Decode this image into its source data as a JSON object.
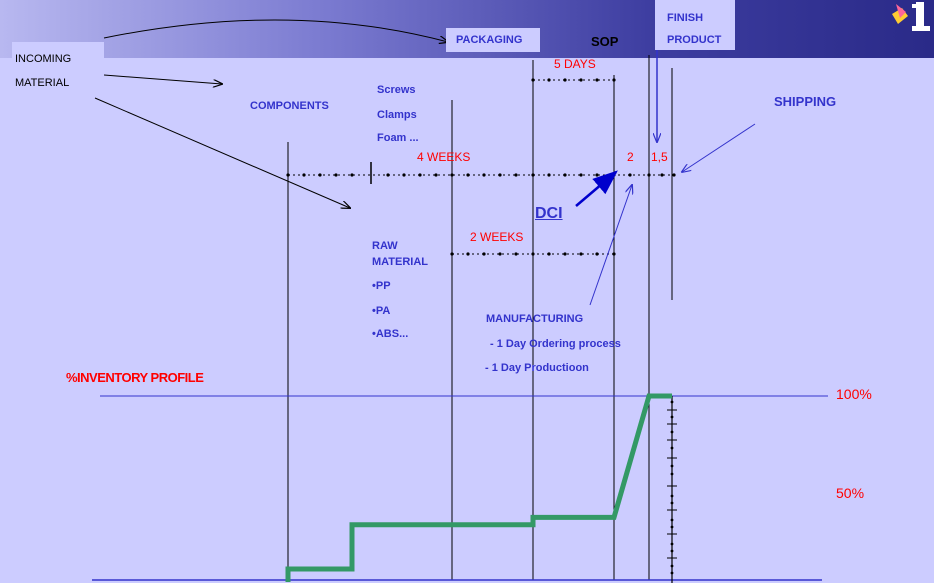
{
  "labels": {
    "incoming_material": "INCOMING\nMATERIAL",
    "packaging": "PACKAGING",
    "sop": "SOP",
    "finish_product": "FINISH\nPRODUCT",
    "five_days": "5 DAYS",
    "components": "COMPONENTS",
    "screws": "Screws",
    "clamps": "Clamps",
    "foam": "Foam ...",
    "four_weeks": "4 WEEKS",
    "two": "2",
    "one_five": "1,5",
    "shipping": "SHIPPING",
    "dci": "DCI",
    "two_weeks": "2 WEEKS",
    "raw_material": "RAW\nMATERIAL",
    "pp": "•PP",
    "pa": "•PA",
    "abs": "•ABS...",
    "manufacturing": "MANUFACTURING",
    "ordering_process": "- 1 Day Ordering process",
    "production": "- 1 Day Productioon",
    "inventory_profile": "%INVENTORY PROFILE",
    "pct_100": "100%",
    "pct_50": "50%"
  },
  "colors": {
    "background": "#ccccff",
    "blue_text": "#3333cc",
    "red_text": "#ff0000",
    "profile_line": "#339966",
    "axis_line": "#3333cc"
  },
  "icons": {
    "logo": "corner-logo-icon"
  },
  "chart_data": {
    "type": "line",
    "title": "%INVENTORY PROFILE",
    "y_ticks": [
      "100%",
      "50%"
    ],
    "series": [
      {
        "values": [
          0,
          6,
          6,
          30,
          30,
          34,
          34,
          100,
          100
        ]
      }
    ]
  }
}
